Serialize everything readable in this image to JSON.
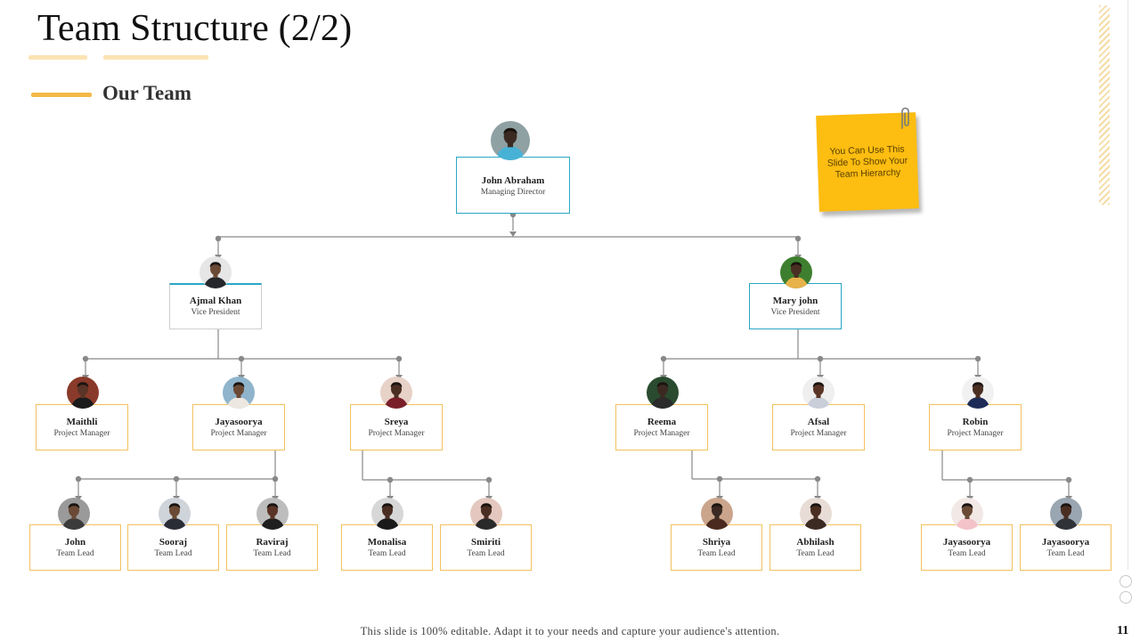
{
  "title": "Team Structure (2/2)",
  "section": "Our Team",
  "note": "You Can Use This Slide To Show Your Team Hierarchy",
  "footer": "This slide is 100% editable. Adapt it to your needs and capture your audience's attention.",
  "page_number": "11",
  "colors": {
    "accent": "#f3b949",
    "blue_border": "#2aa6c4",
    "gold_border": "#f3c15e",
    "note": "#fdbd11",
    "connector": "#888888"
  },
  "people": [
    {
      "id": "director",
      "name": "John Abraham",
      "role": "Managing Director",
      "style": "blue",
      "bg": "#8fa1a3",
      "shirt": "#48b2d6",
      "skin": "#3b2a22"
    },
    {
      "id": "vp-left",
      "name": "Ajmal Khan",
      "role": "Vice President",
      "style": "gray",
      "bg": "#e6e6e6",
      "shirt": "#25272d",
      "skin": "#6a4a35"
    },
    {
      "id": "vp-right",
      "name": "Mary john",
      "role": "Vice President",
      "style": "blue",
      "bg": "#3e7f2f",
      "shirt": "#e8b24a",
      "skin": "#4a2e22"
    },
    {
      "id": "pm-1",
      "name": "Maithli",
      "role": "Project Manager",
      "style": "gold",
      "bg": "#8a3a2a",
      "shirt": "#1b1b1b",
      "skin": "#5a3426"
    },
    {
      "id": "pm-2",
      "name": "Jayasoorya",
      "role": "Project Manager",
      "style": "gold",
      "bg": "#8fb4cc",
      "shirt": "#ece8e0",
      "skin": "#6a4a35"
    },
    {
      "id": "pm-3",
      "name": "Sreya",
      "role": "Project Manager",
      "style": "gold",
      "bg": "#e7d2c8",
      "shirt": "#7a1f2a",
      "skin": "#4a2e22"
    },
    {
      "id": "pm-4",
      "name": "Reema",
      "role": "Project Manager",
      "style": "gold",
      "bg": "#2a4b2f",
      "shirt": "#2b2b2b",
      "skin": "#3b2a22"
    },
    {
      "id": "pm-5",
      "name": "Afsal",
      "role": "Project Manager",
      "style": "gold",
      "bg": "#efefef",
      "shirt": "#c9ced9",
      "skin": "#5a3426"
    },
    {
      "id": "pm-6",
      "name": "Robin",
      "role": "Project Manager",
      "style": "gold",
      "bg": "#f1f1f1",
      "shirt": "#1d2c57",
      "skin": "#4a2e22"
    },
    {
      "id": "tl-1",
      "name": "John",
      "role": "Team Lead",
      "style": "gold",
      "bg": "#9a9a9a",
      "shirt": "#3b3b3b",
      "skin": "#6a4a35"
    },
    {
      "id": "tl-2",
      "name": "Sooraj",
      "role": "Team Lead",
      "style": "gold",
      "bg": "#cfd4da",
      "shirt": "#2a2c36",
      "skin": "#6a4a35"
    },
    {
      "id": "tl-3",
      "name": "Raviraj",
      "role": "Team Lead",
      "style": "gold",
      "bg": "#bdbdbd",
      "shirt": "#1f1f1f",
      "skin": "#5a3426"
    },
    {
      "id": "tl-4",
      "name": "Monalisa",
      "role": "Team Lead",
      "style": "gold",
      "bg": "#d7d7d7",
      "shirt": "#1a1a1a",
      "skin": "#4a2e22"
    },
    {
      "id": "tl-5",
      "name": "Smiriti",
      "role": "Team Lead",
      "style": "gold",
      "bg": "#e4c8bf",
      "shirt": "#2a2a2a",
      "skin": "#4a2e22"
    },
    {
      "id": "tl-6",
      "name": "Shriya",
      "role": "Team Lead",
      "style": "gold",
      "bg": "#caa58c",
      "shirt": "#4a2a1f",
      "skin": "#3b2a22"
    },
    {
      "id": "tl-7",
      "name": "Abhilash",
      "role": "Team Lead",
      "style": "gold",
      "bg": "#e8ddd6",
      "shirt": "#3a2a22",
      "skin": "#4a2e22"
    },
    {
      "id": "tl-8",
      "name": "Jayasoorya",
      "role": "Team Lead",
      "style": "gold",
      "bg": "#f2e9e6",
      "shirt": "#f4c2c9",
      "skin": "#6a4a35"
    },
    {
      "id": "tl-9",
      "name": "Jayasoorya",
      "role": "Team Lead",
      "style": "gold",
      "bg": "#9aa6b1",
      "shirt": "#2f3338",
      "skin": "#4a2e22"
    }
  ]
}
